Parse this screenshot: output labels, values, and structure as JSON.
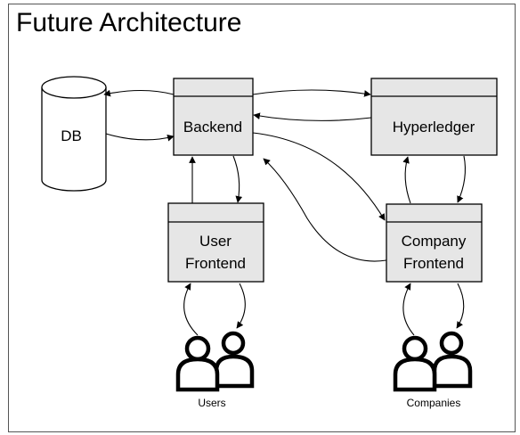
{
  "title": "Future Architecture",
  "nodes": {
    "db": "DB",
    "backend": "Backend",
    "hyperledger": "Hyperledger",
    "user_frontend": [
      "User",
      "Frontend"
    ],
    "company_frontend": [
      "Company",
      "Frontend"
    ]
  },
  "actors": {
    "users": "Users",
    "companies": "Companies"
  },
  "colors": {
    "box_fill": "#e6e6e6",
    "stroke": "#000000"
  }
}
